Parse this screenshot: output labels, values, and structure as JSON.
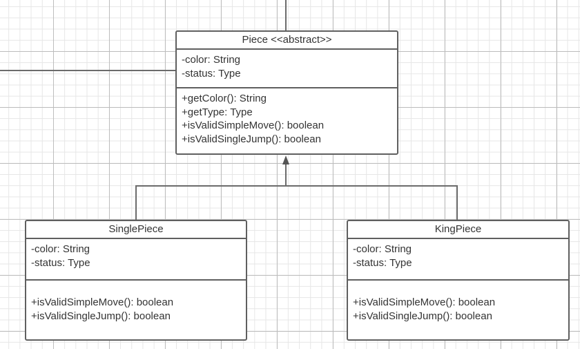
{
  "classes": {
    "piece": {
      "name": "Piece <<abstract>>",
      "attributes": [
        "-color: String",
        "-status: Type"
      ],
      "methods": [
        "+getColor(): String",
        "+getType: Type",
        "+isValidSimpleMove(): boolean",
        "+isValidSingleJump(): boolean"
      ]
    },
    "single": {
      "name": "SinglePiece",
      "attributes": [
        "-color: String",
        "-status: Type"
      ],
      "methods": [
        "+isValidSimpleMove(): boolean",
        "+isValidSingleJump(): boolean"
      ]
    },
    "king": {
      "name": "KingPiece",
      "attributes": [
        "-color: String",
        "-status: Type"
      ],
      "methods": [
        "+isValidSimpleMove(): boolean",
        "+isValidSingleJump(): boolean"
      ]
    }
  },
  "colors": {
    "border": "#5f5f5f",
    "connector": "#6b6b6b",
    "grid_major": "#bdbdbd",
    "grid_minor": "#e6e6e6"
  }
}
